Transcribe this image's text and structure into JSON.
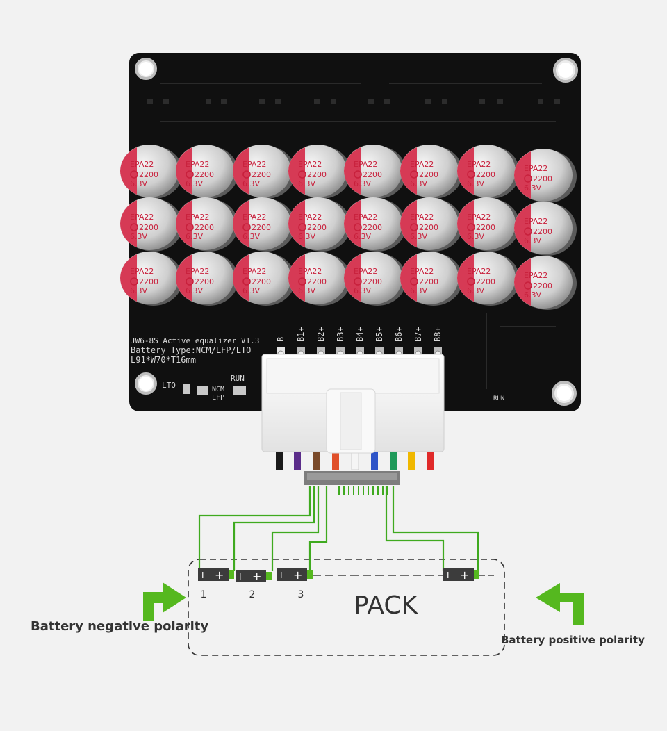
{
  "board": {
    "silkscreen_line1": "JW6-8S Active equalizer V1.3",
    "silkscreen_line2": "Battery Type:NCM/LFP/LTO",
    "silkscreen_line3": "L91*W70*T16mm",
    "run_label_left": "RUN",
    "run_label_right": "RUN",
    "lto_label": "LTO",
    "ncm_label": "NCM",
    "lfp_label": "LFP",
    "pin_labels": [
      "B-",
      "B1+",
      "B2+",
      "B3+",
      "B4+",
      "B5+",
      "B6+",
      "B7+",
      "B8+"
    ]
  },
  "capacitor": {
    "line1": "EPA22",
    "value": "2200",
    "voltage": "6.3V",
    "rows": 3,
    "columns": 8
  },
  "wires": {
    "colors": [
      "#1a1a1a",
      "#5b2d8a",
      "#7a4a2a",
      "#e0502a",
      "#f5f5f5",
      "#2f55c8",
      "#1f9a5a",
      "#f0b800",
      "#e02a2a"
    ]
  },
  "diagram": {
    "pack_label": "PACK",
    "cells": [
      {
        "number": "1",
        "minus": "I",
        "plus": "+"
      },
      {
        "number": "2",
        "minus": "I",
        "plus": "+"
      },
      {
        "number": "3",
        "minus": "I",
        "plus": "+"
      },
      {
        "number": "",
        "minus": "I",
        "plus": "+"
      }
    ],
    "negative_label": "Battery negative polarity",
    "positive_label": "Battery positive polarity",
    "accent_green": "#55b81f",
    "wire_green": "#3faa1f"
  }
}
